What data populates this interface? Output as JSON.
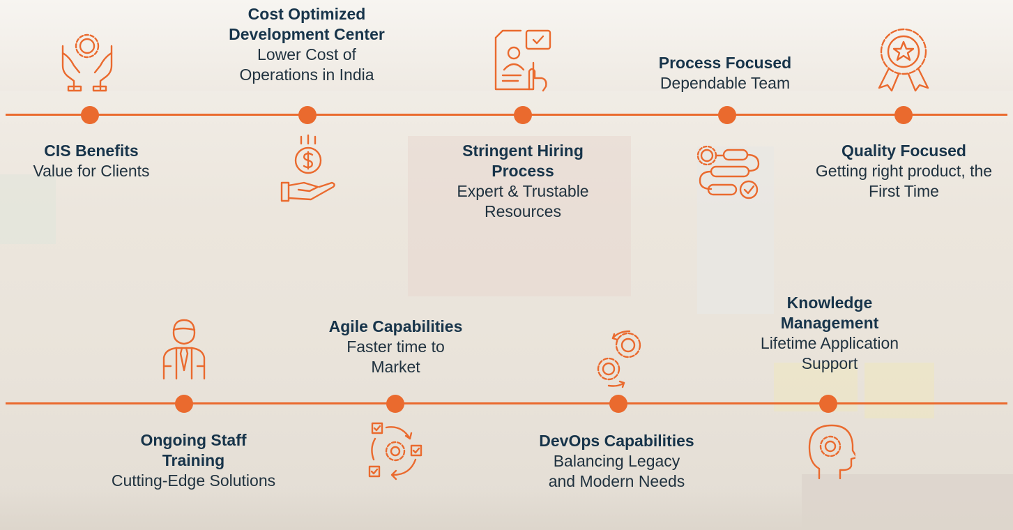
{
  "accent_color": "#ea6a2e",
  "title_color": "#17344a",
  "top_row": [
    {
      "title": "CIS Benefits",
      "subtitle": "Value for Clients",
      "icon": "hands-gear-icon"
    },
    {
      "title": "Cost Optimized Development Center",
      "subtitle": "Lower Cost of Operations in India",
      "icon": "hand-dollar-icon"
    },
    {
      "title": "Stringent Hiring Process",
      "subtitle": "Expert & Trustable Resources",
      "icon": "resume-hiring-icon"
    },
    {
      "title": "Process Focused",
      "subtitle": "Dependable Team",
      "icon": "process-flow-icon"
    },
    {
      "title": "Quality Focused",
      "subtitle": "Getting right product, the First Time",
      "icon": "award-badge-icon"
    }
  ],
  "bottom_row": [
    {
      "title": "Ongoing Staff Training",
      "subtitle": "Cutting-Edge Solutions",
      "icon": "businessman-icon"
    },
    {
      "title": "Agile Capabilities",
      "subtitle": "Faster time to Market",
      "icon": "agile-cycle-icon"
    },
    {
      "title": "DevOps Capabilities",
      "subtitle": "Balancing Legacy and Modern Needs",
      "icon": "devops-gears-icon"
    },
    {
      "title": "Knowledge Management",
      "subtitle": "Lifetime Application Support",
      "icon": "head-gear-icon"
    }
  ]
}
